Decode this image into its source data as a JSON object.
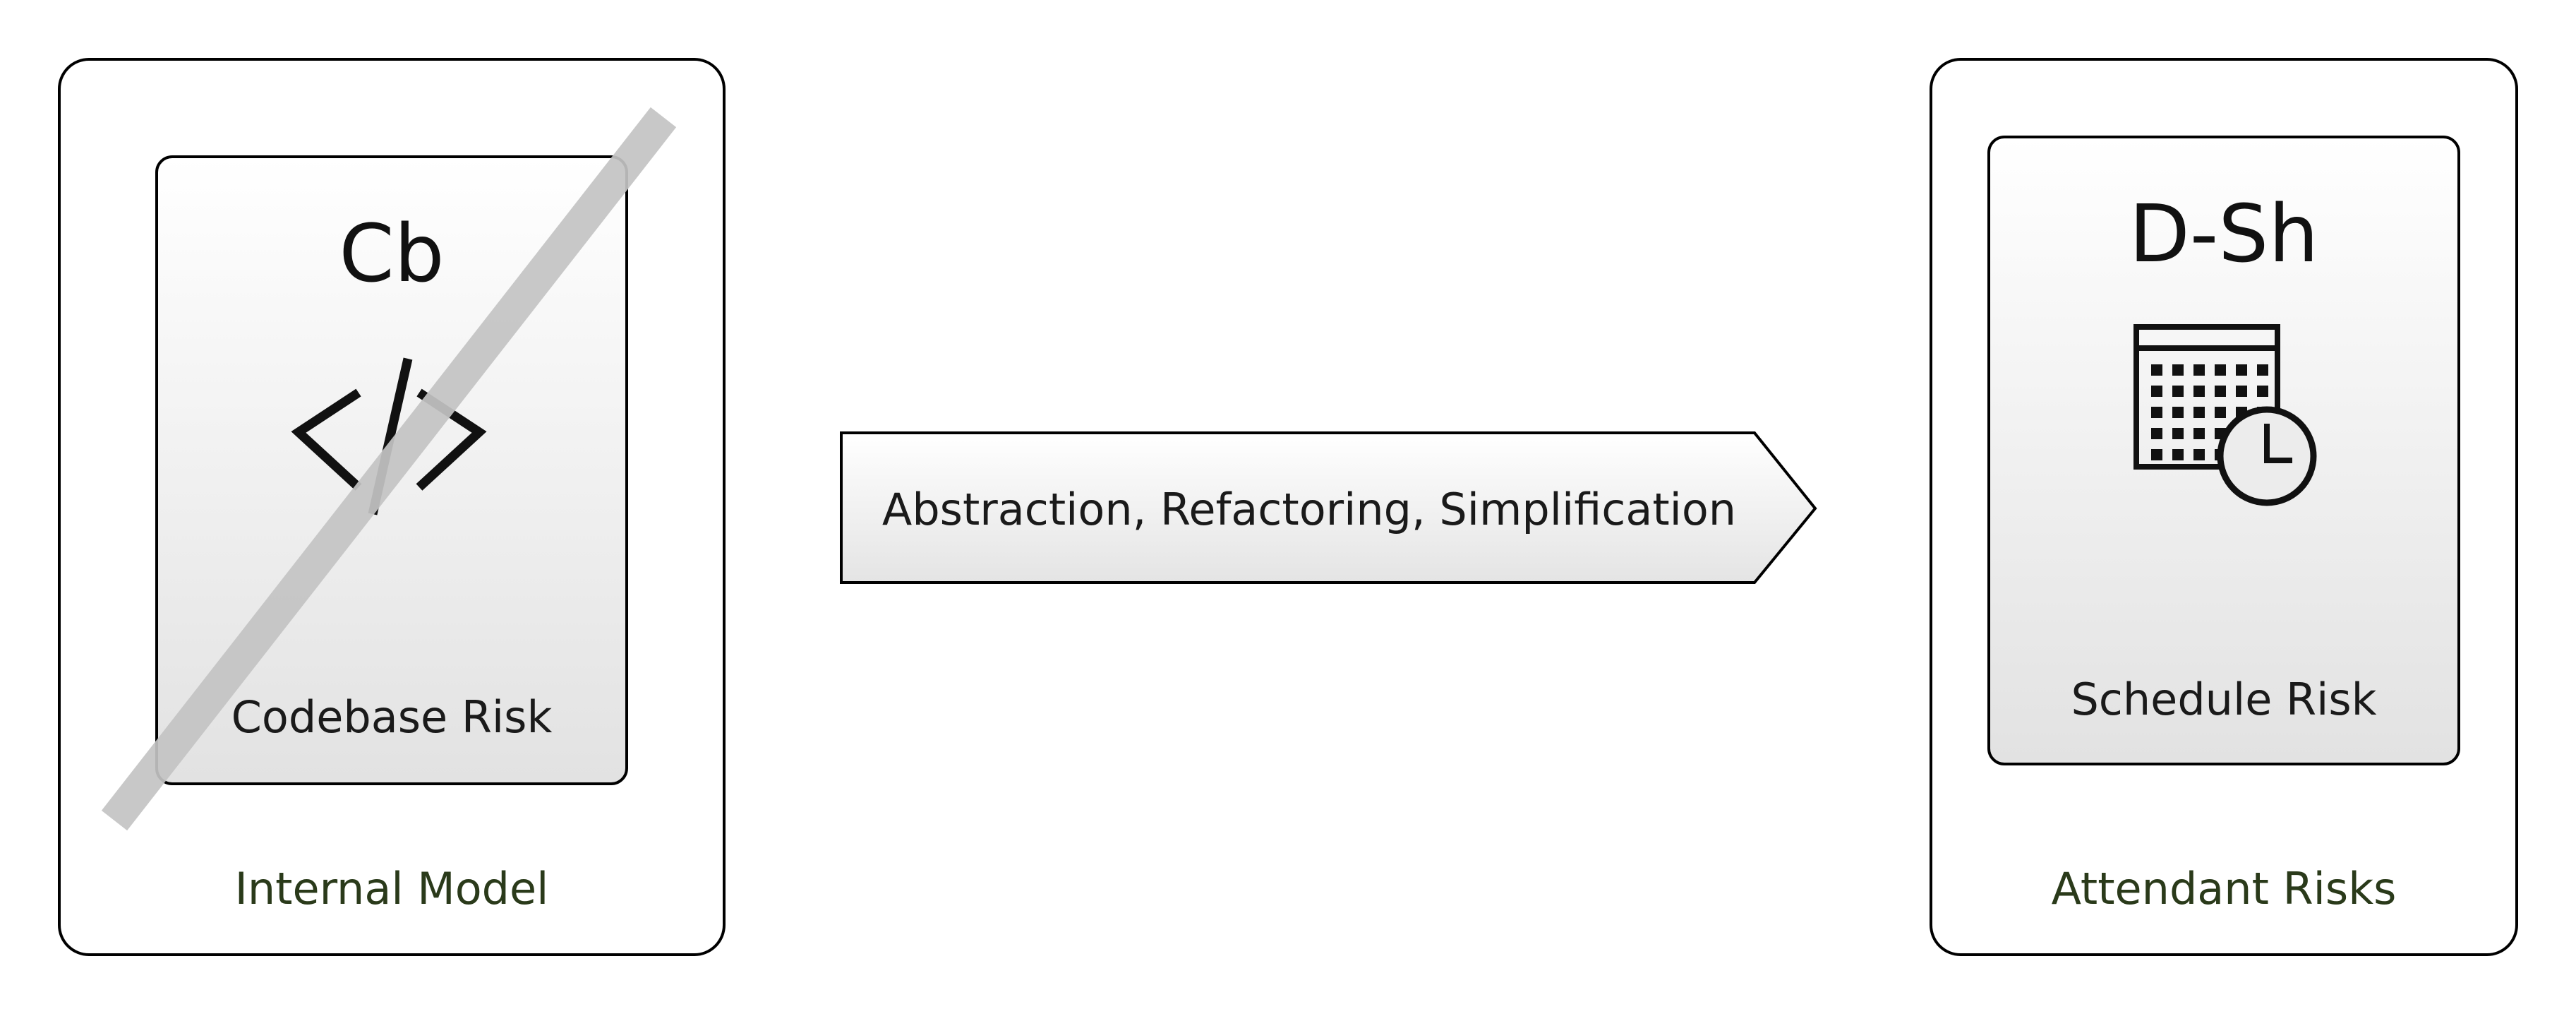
{
  "colors": {
    "background": "#ffffff",
    "outline": "#000000",
    "card_gradient_top": "#ffffff",
    "card_gradient_bottom": "#e2e2e2",
    "strike": "#c4c4c4",
    "group_label": "#2a3a1a"
  },
  "left_group": {
    "label": "Internal Model",
    "card": {
      "abbreviation": "Cb",
      "icon": "code-icon",
      "caption": "Codebase Risk",
      "struck_out": true
    }
  },
  "arrow": {
    "label": "Abstraction, Refactoring, Simplification"
  },
  "right_group": {
    "label": "Attendant Risks",
    "card": {
      "abbreviation": "D-Sh",
      "icon": "calendar-clock-icon",
      "caption": "Schedule Risk"
    }
  }
}
